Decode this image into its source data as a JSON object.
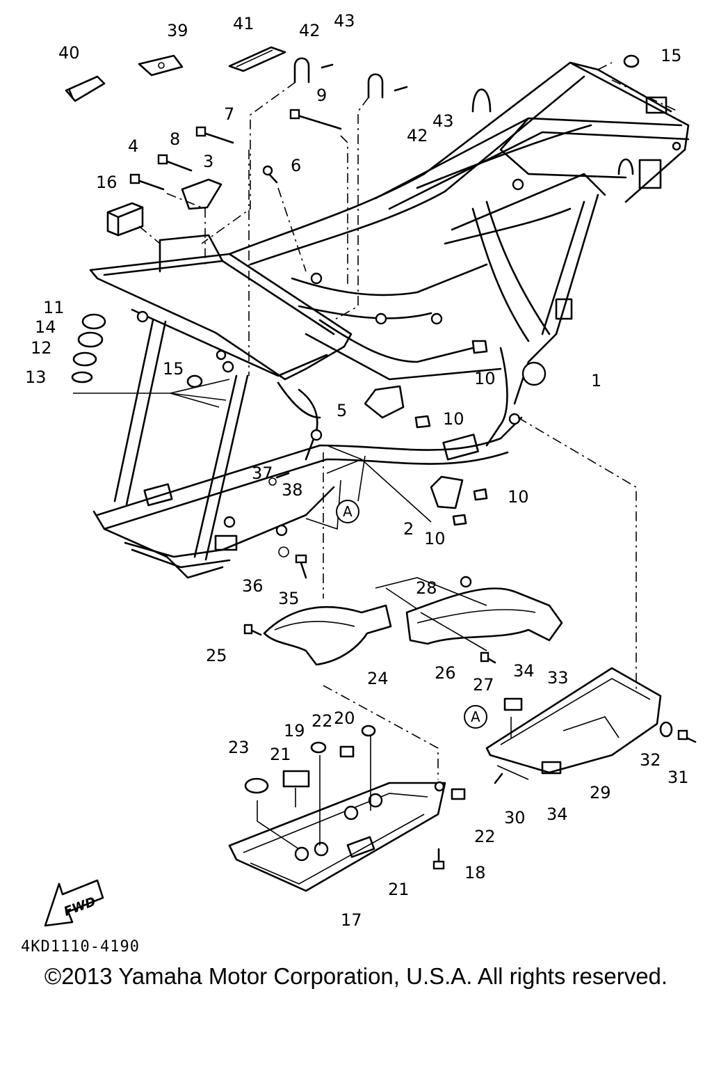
{
  "callouts": [
    "1",
    "2",
    "3",
    "4",
    "5",
    "6",
    "7",
    "8",
    "9",
    "10",
    "11",
    "12",
    "13",
    "14",
    "15",
    "16",
    "17",
    "18",
    "19",
    "20",
    "21",
    "22",
    "23",
    "24",
    "25",
    "26",
    "27",
    "28",
    "29",
    "30",
    "31",
    "32",
    "33",
    "34",
    "35",
    "36",
    "37",
    "38",
    "39",
    "40",
    "41",
    "42",
    "43"
  ],
  "reference_marker": "A",
  "fwd_label": "FWD",
  "part_code": "4KD1110-4190",
  "copyright": "©2013 Yamaha Motor Corporation, U.S.A. All rights reserved."
}
